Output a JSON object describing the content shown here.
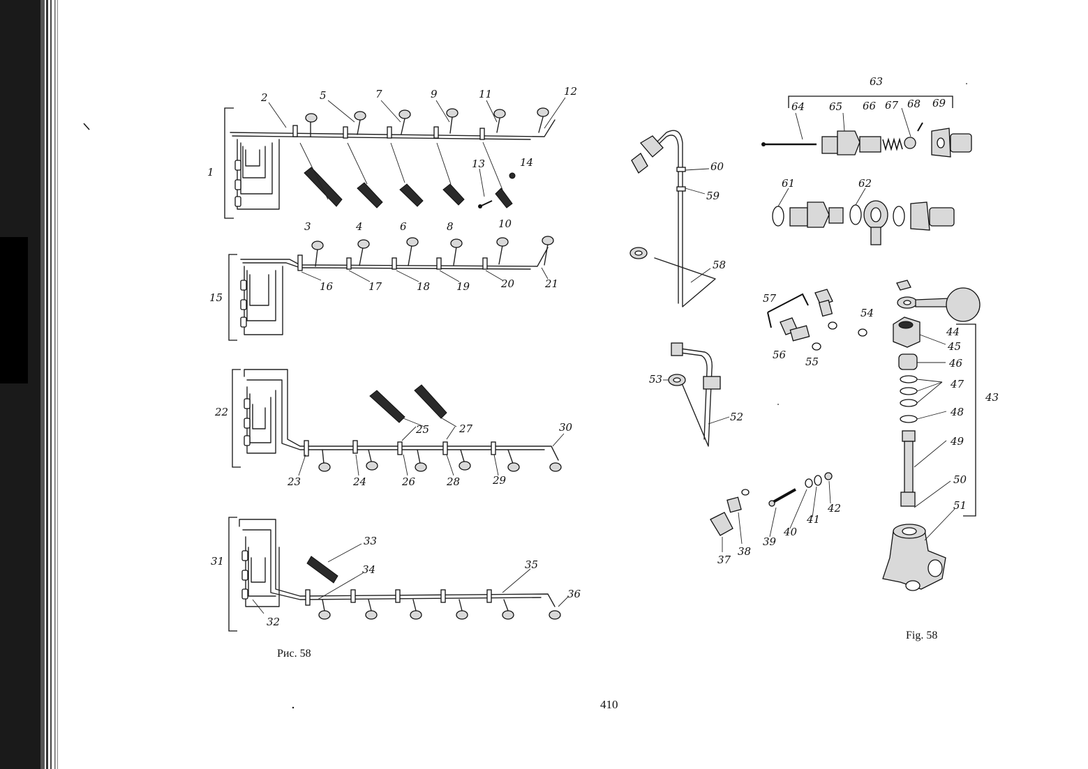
{
  "figure": {
    "caption_ru": "Рис. 58",
    "caption_en": "Fig. 58",
    "page_number": "410"
  },
  "callouts": {
    "c1": "1",
    "c2": "2",
    "c3": "3",
    "c4": "4",
    "c5": "5",
    "c6": "6",
    "c7": "7",
    "c8": "8",
    "c9": "9",
    "c10": "10",
    "c11": "11",
    "c12": "12",
    "c13": "13",
    "c14": "14",
    "c15": "15",
    "c16": "16",
    "c17": "17",
    "c18": "18",
    "c19": "19",
    "c20": "20",
    "c21": "21",
    "c22": "22",
    "c23": "23",
    "c24": "24",
    "c25": "25",
    "c26": "26",
    "c27": "27",
    "c28": "28",
    "c29": "29",
    "c30": "30",
    "c31": "31",
    "c32": "32",
    "c33": "33",
    "c34": "34",
    "c35": "35",
    "c36": "36",
    "c37": "37",
    "c38": "38",
    "c39": "39",
    "c40": "40",
    "c41": "41",
    "c42": "42",
    "c43": "43",
    "c44": "44",
    "c45": "45",
    "c46": "46",
    "c47": "47",
    "c48": "48",
    "c49": "49",
    "c50": "50",
    "c51": "51",
    "c52": "52",
    "c53": "53",
    "c54": "54",
    "c55": "55",
    "c56": "56",
    "c57": "57",
    "c58": "58",
    "c59": "59",
    "c60": "60",
    "c61": "61",
    "c62": "62",
    "c63": "63",
    "c64": "64",
    "c65": "65",
    "c66": "66",
    "c67": "67",
    "c68": "68",
    "c69": "69"
  },
  "colors": {
    "ink": "#111111",
    "paper": "#ffffff",
    "binding_edge": "#1a1a1a"
  }
}
